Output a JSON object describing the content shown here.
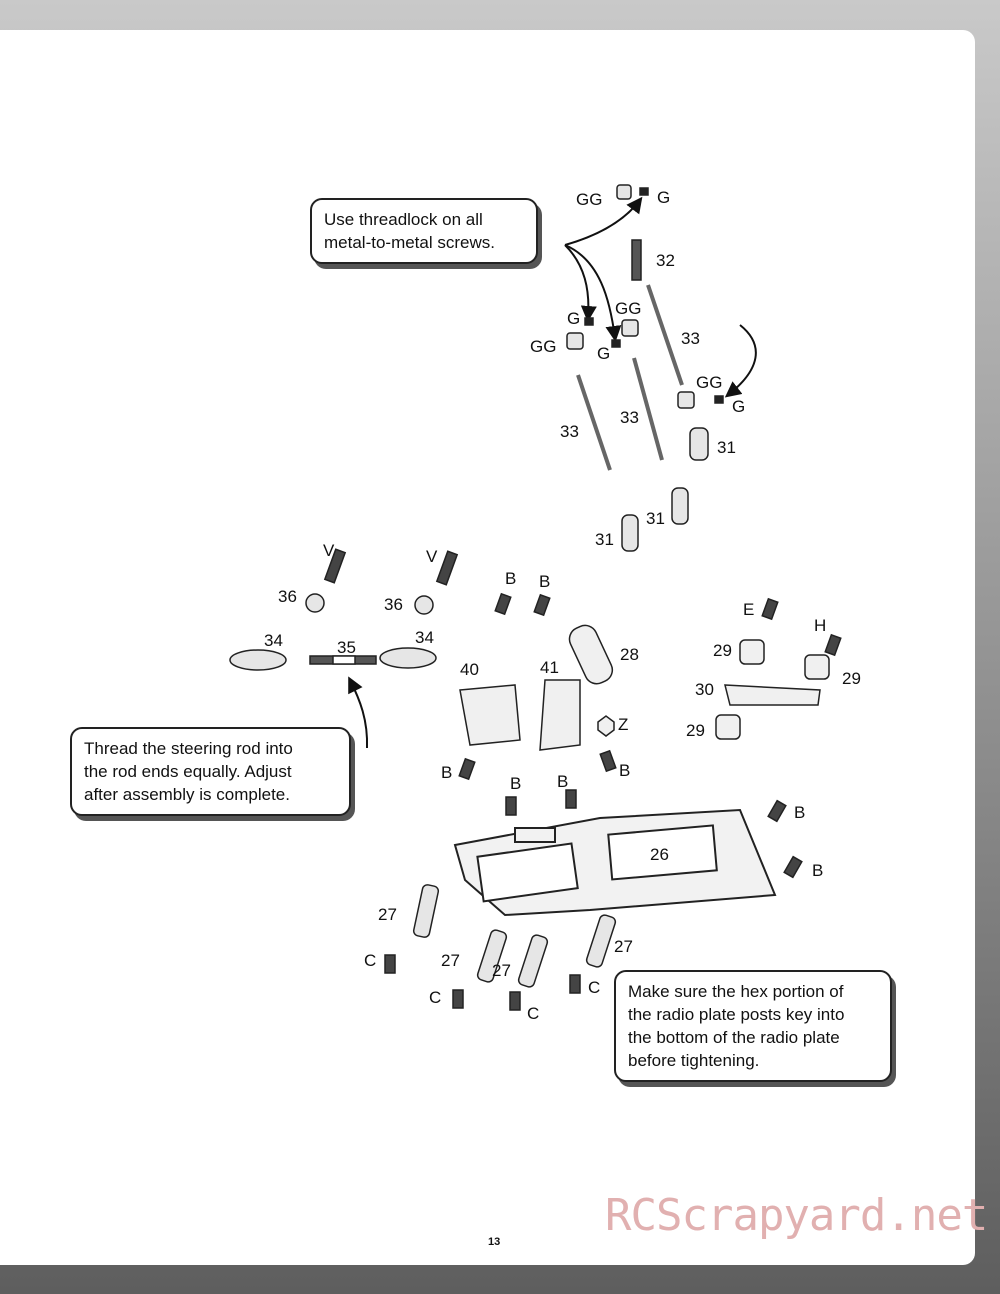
{
  "callouts": {
    "threadlock": [
      "Use threadlock on all",
      "metal-to-metal screws."
    ],
    "steering": [
      "Thread the steering rod into",
      "the rod ends equally. Adjust",
      "after assembly is complete."
    ],
    "hex": [
      "Make sure the hex portion of",
      "the radio plate posts key into",
      "the bottom of the radio plate",
      "before tightening."
    ]
  },
  "labels": {
    "gg_top": "GG",
    "g_top": "G",
    "n32": "32",
    "g_a": "G",
    "gg_a": "GG",
    "gg_b": "GG",
    "g_b": "G",
    "n33_a": "33",
    "gg_c": "GG",
    "g_c": "G",
    "n33_b": "33",
    "n33_c": "33",
    "n31_a": "31",
    "n31_b": "31",
    "n31_c": "31",
    "v1": "V",
    "v2": "V",
    "n36_a": "36",
    "n36_b": "36",
    "n34_a": "34",
    "n35": "35",
    "n34_b": "34",
    "b1": "B",
    "b2": "B",
    "n28": "28",
    "n40": "40",
    "n41": "41",
    "z": "Z",
    "e": "E",
    "h": "H",
    "n29_a": "29",
    "n29_b": "29",
    "n30": "30",
    "n29_c": "29",
    "b3": "B",
    "b4": "B",
    "b5": "B",
    "b6": "B",
    "b7": "B",
    "b8": "B",
    "n26": "26",
    "n27_a": "27",
    "n27_b": "27",
    "n27_c": "27",
    "n27_d": "27",
    "c1": "C",
    "c2": "C",
    "c3": "C",
    "c4": "C"
  },
  "page_number": "13",
  "watermark": "RCScrapyard.net"
}
